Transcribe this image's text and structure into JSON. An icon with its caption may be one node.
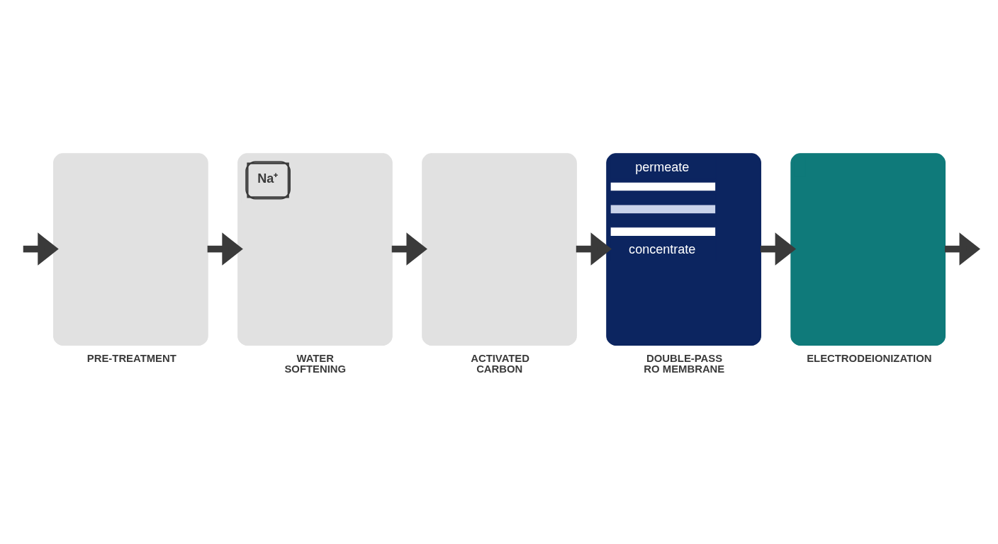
{
  "diagram": {
    "nodes": [
      {
        "text": [
          "PRE-TREATMENT"
        ]
      },
      {
        "text": [
          "Na⁺",
          "WATER SOFTENING"
        ]
      },
      {
        "text": [
          "ACTIVATED CARBON"
        ]
      },
      {
        "text": [
          "permeate",
          "concentrate",
          "DOUBLE-PASS RO MEMBRANE"
        ]
      },
      {
        "text": [
          "ELECTRODEIONIZATION"
        ]
      }
    ],
    "edges": [
      {
        "from": null,
        "to": 0,
        "arrow": "to"
      },
      {
        "from": 0,
        "to": 1,
        "arrow": "to"
      },
      {
        "from": 1,
        "to": 2,
        "arrow": "to"
      },
      {
        "from": 2,
        "to": 3,
        "arrow": "to"
      },
      {
        "from": 3,
        "to": 4,
        "arrow": "to"
      },
      {
        "from": 4,
        "to": null,
        "arrow": "to"
      }
    ]
  }
}
